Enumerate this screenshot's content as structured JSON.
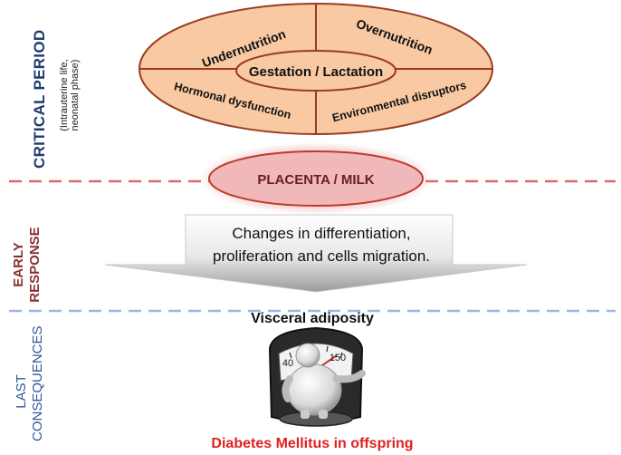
{
  "sections": {
    "critical_period": {
      "title": "CRITICAL PERIOD",
      "subtitle": "(Intrauterine life, neonatal phase)"
    },
    "early_response": "EARLY RESPONSE",
    "last_consequences": "LAST CONSEQUENCES"
  },
  "factors": {
    "top_left": "Undernutrition",
    "top_right": "Overnutrition",
    "bottom_left": "Hormonal dysfunction",
    "bottom_right": "Environmental disruptors",
    "center": "Gestation / Lactation"
  },
  "placenta": "PLACENTA / MILK",
  "arrow_text": {
    "line1": "Changes in differentiation,",
    "line2": "proliferation and cells migration."
  },
  "visceral": "Visceral adiposity",
  "scale_numbers": [
    "40",
    "150"
  ],
  "outcome": "Diabetes Mellitus in offspring",
  "colors": {
    "ellipse_fill": "#f8c9a3",
    "ellipse_stroke": "#9a3b1f",
    "placenta_fill": "#f0b8b8",
    "red_dash": "#d96a6a",
    "blue_dash": "#9bb8dc",
    "outcome_text": "#e02020"
  }
}
